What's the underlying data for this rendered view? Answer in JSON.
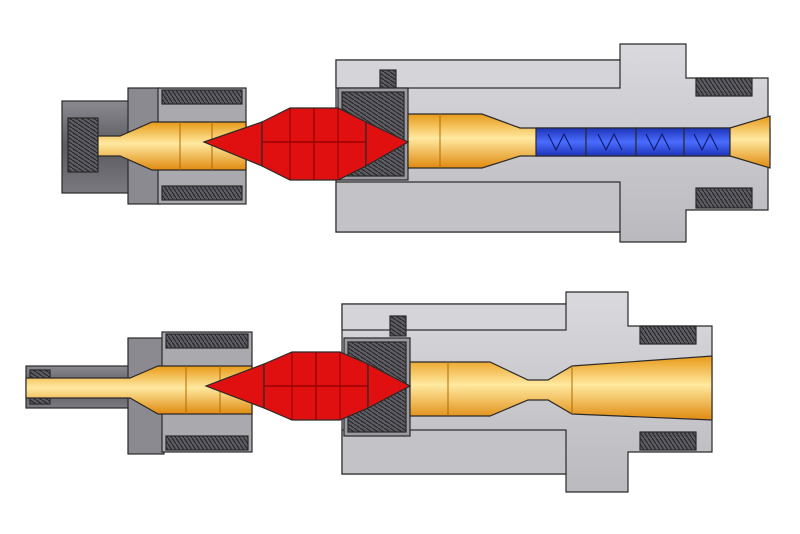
{
  "colors": {
    "background": "#ffffff",
    "body_light": "#cfcfd4",
    "body_mid": "#a9a9ae",
    "body_dark": "#6e6e74",
    "thread": "#4a4a50",
    "outline": "#2a2a2a",
    "bore_light": "#ffe9a0",
    "bore_dark": "#e8a020",
    "insert_red": "#e01010",
    "insert_red_dark": "#8a0000",
    "module_blue": "#2f4fe0",
    "module_blue_dark": "#10208a"
  },
  "assemblies": [
    {
      "id": "top",
      "variant": "with-blue-modules"
    },
    {
      "id": "bottom",
      "variant": "expanding-nozzle"
    }
  ]
}
